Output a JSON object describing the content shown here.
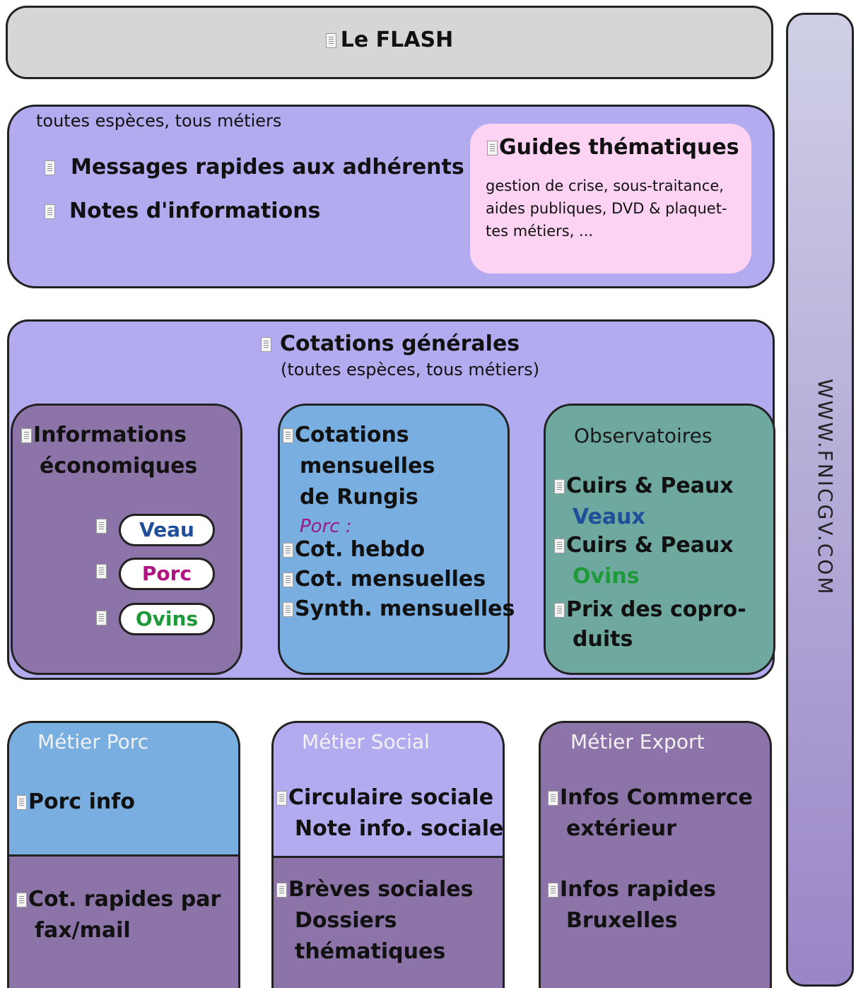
{
  "colors": {
    "flash_bg": "#d5d6d8",
    "lavender": "#b3abef",
    "pink": "#fdd3f3",
    "purple": "#8d74a8",
    "blue": "#78aee0",
    "teal": "#6ea89e",
    "veau": "#1f4e9a",
    "porc": "#b0127f",
    "ovins": "#1e9a3a"
  },
  "flash": {
    "title": "Le FLASH"
  },
  "general": {
    "subtitle": "toutes espèces, tous métiers",
    "item1": "Messages rapides aux adhérents",
    "item2": "Notes d'informations",
    "guides": {
      "title": "Guides thématiques",
      "desc": "gestion de crise, sous-traitance, aides publiques, DVD & plaquet- tes métiers, ..."
    }
  },
  "cotations": {
    "title": "Cotations générales",
    "subtitle": "(toutes espèces, tous métiers)",
    "info_eco": {
      "line1": "Informations",
      "line2": "économiques",
      "veau": "Veau",
      "porc": "Porc",
      "ovins": "Ovins"
    },
    "rungis": {
      "line1": "Cotations",
      "line2": "mensuelles",
      "line3": "de Rungis",
      "porc_label": "Porc :",
      "item1": "Cot. hebdo",
      "item2": "Cot. mensuelles",
      "item3": "Synth. mensuelles"
    },
    "observatoires": {
      "title": "Observatoires",
      "cuirs1": "Cuirs & Peaux",
      "veaux": "Veaux",
      "cuirs2": "Cuirs & Peaux",
      "ovins": "Ovins",
      "prix1": "Prix des copro-",
      "prix2": "duits"
    }
  },
  "metier_porc": {
    "title": "Métier Porc",
    "item1": "Porc info",
    "item2a": "Cot. rapides par",
    "item2b": "fax/mail"
  },
  "metier_social": {
    "title": "Métier Social",
    "item1a": "Circulaire sociale",
    "item1b": "Note info. sociale",
    "item2a": "Brèves sociales",
    "item2b": "Dossiers",
    "item2c": "thématiques"
  },
  "metier_export": {
    "title": "Métier Export",
    "item1a": "Infos Commerce",
    "item1b": "extérieur",
    "item2a": "Infos rapides",
    "item2b": "Bruxelles"
  },
  "site": {
    "url": "WWW.FNICGV.COM"
  }
}
